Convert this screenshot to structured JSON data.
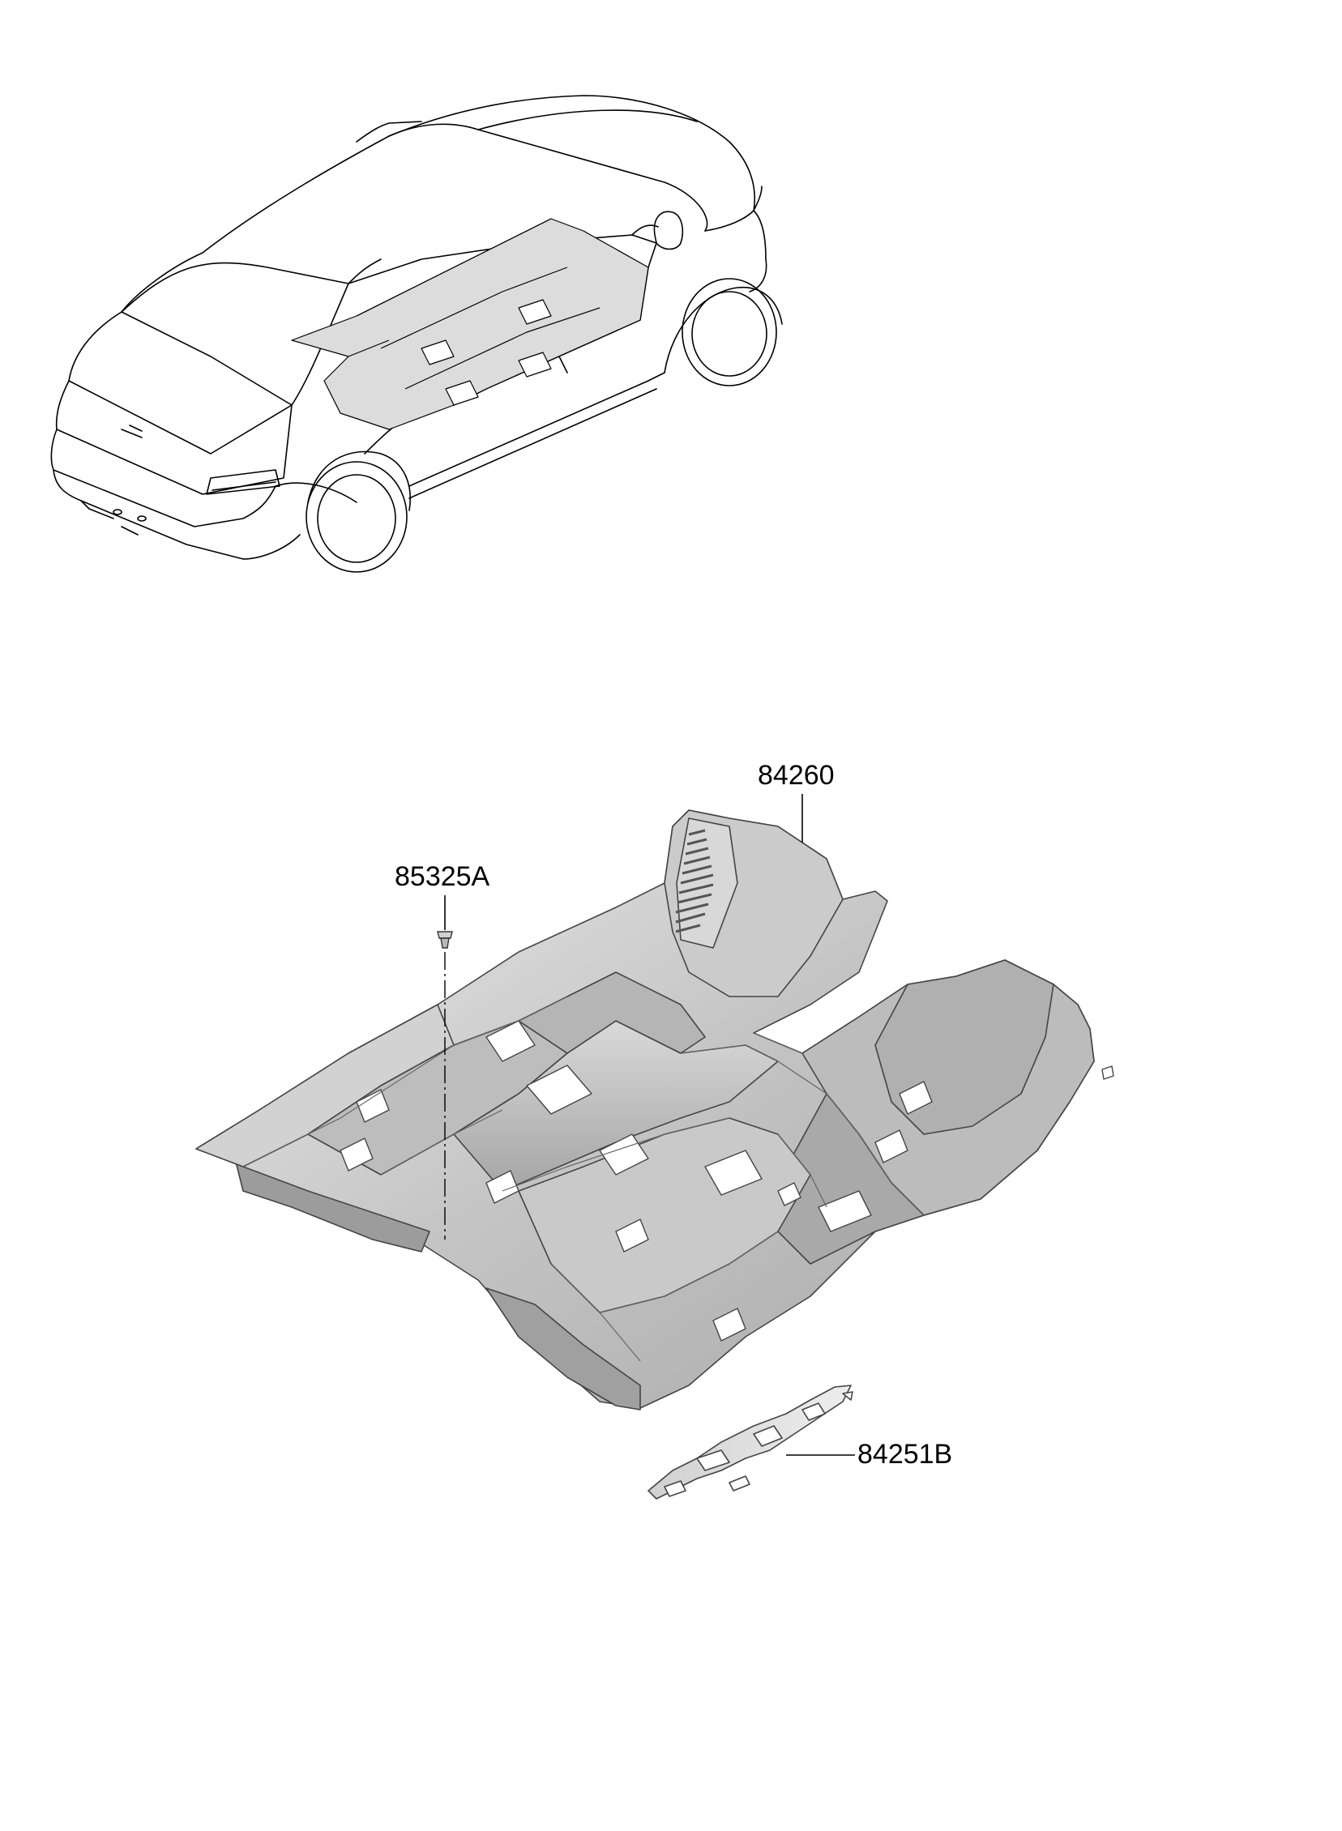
{
  "parts": {
    "floor_carpet": {
      "number": "84260"
    },
    "clip": {
      "number": "85325A"
    },
    "pad": {
      "number": "84251B"
    }
  },
  "colors": {
    "line": "#000000",
    "carpet_fill": "#c8c8c8",
    "carpet_light": "#e6e6e6",
    "carpet_dark": "#9a9a9a",
    "car_highlight": "#d4d4d4"
  }
}
